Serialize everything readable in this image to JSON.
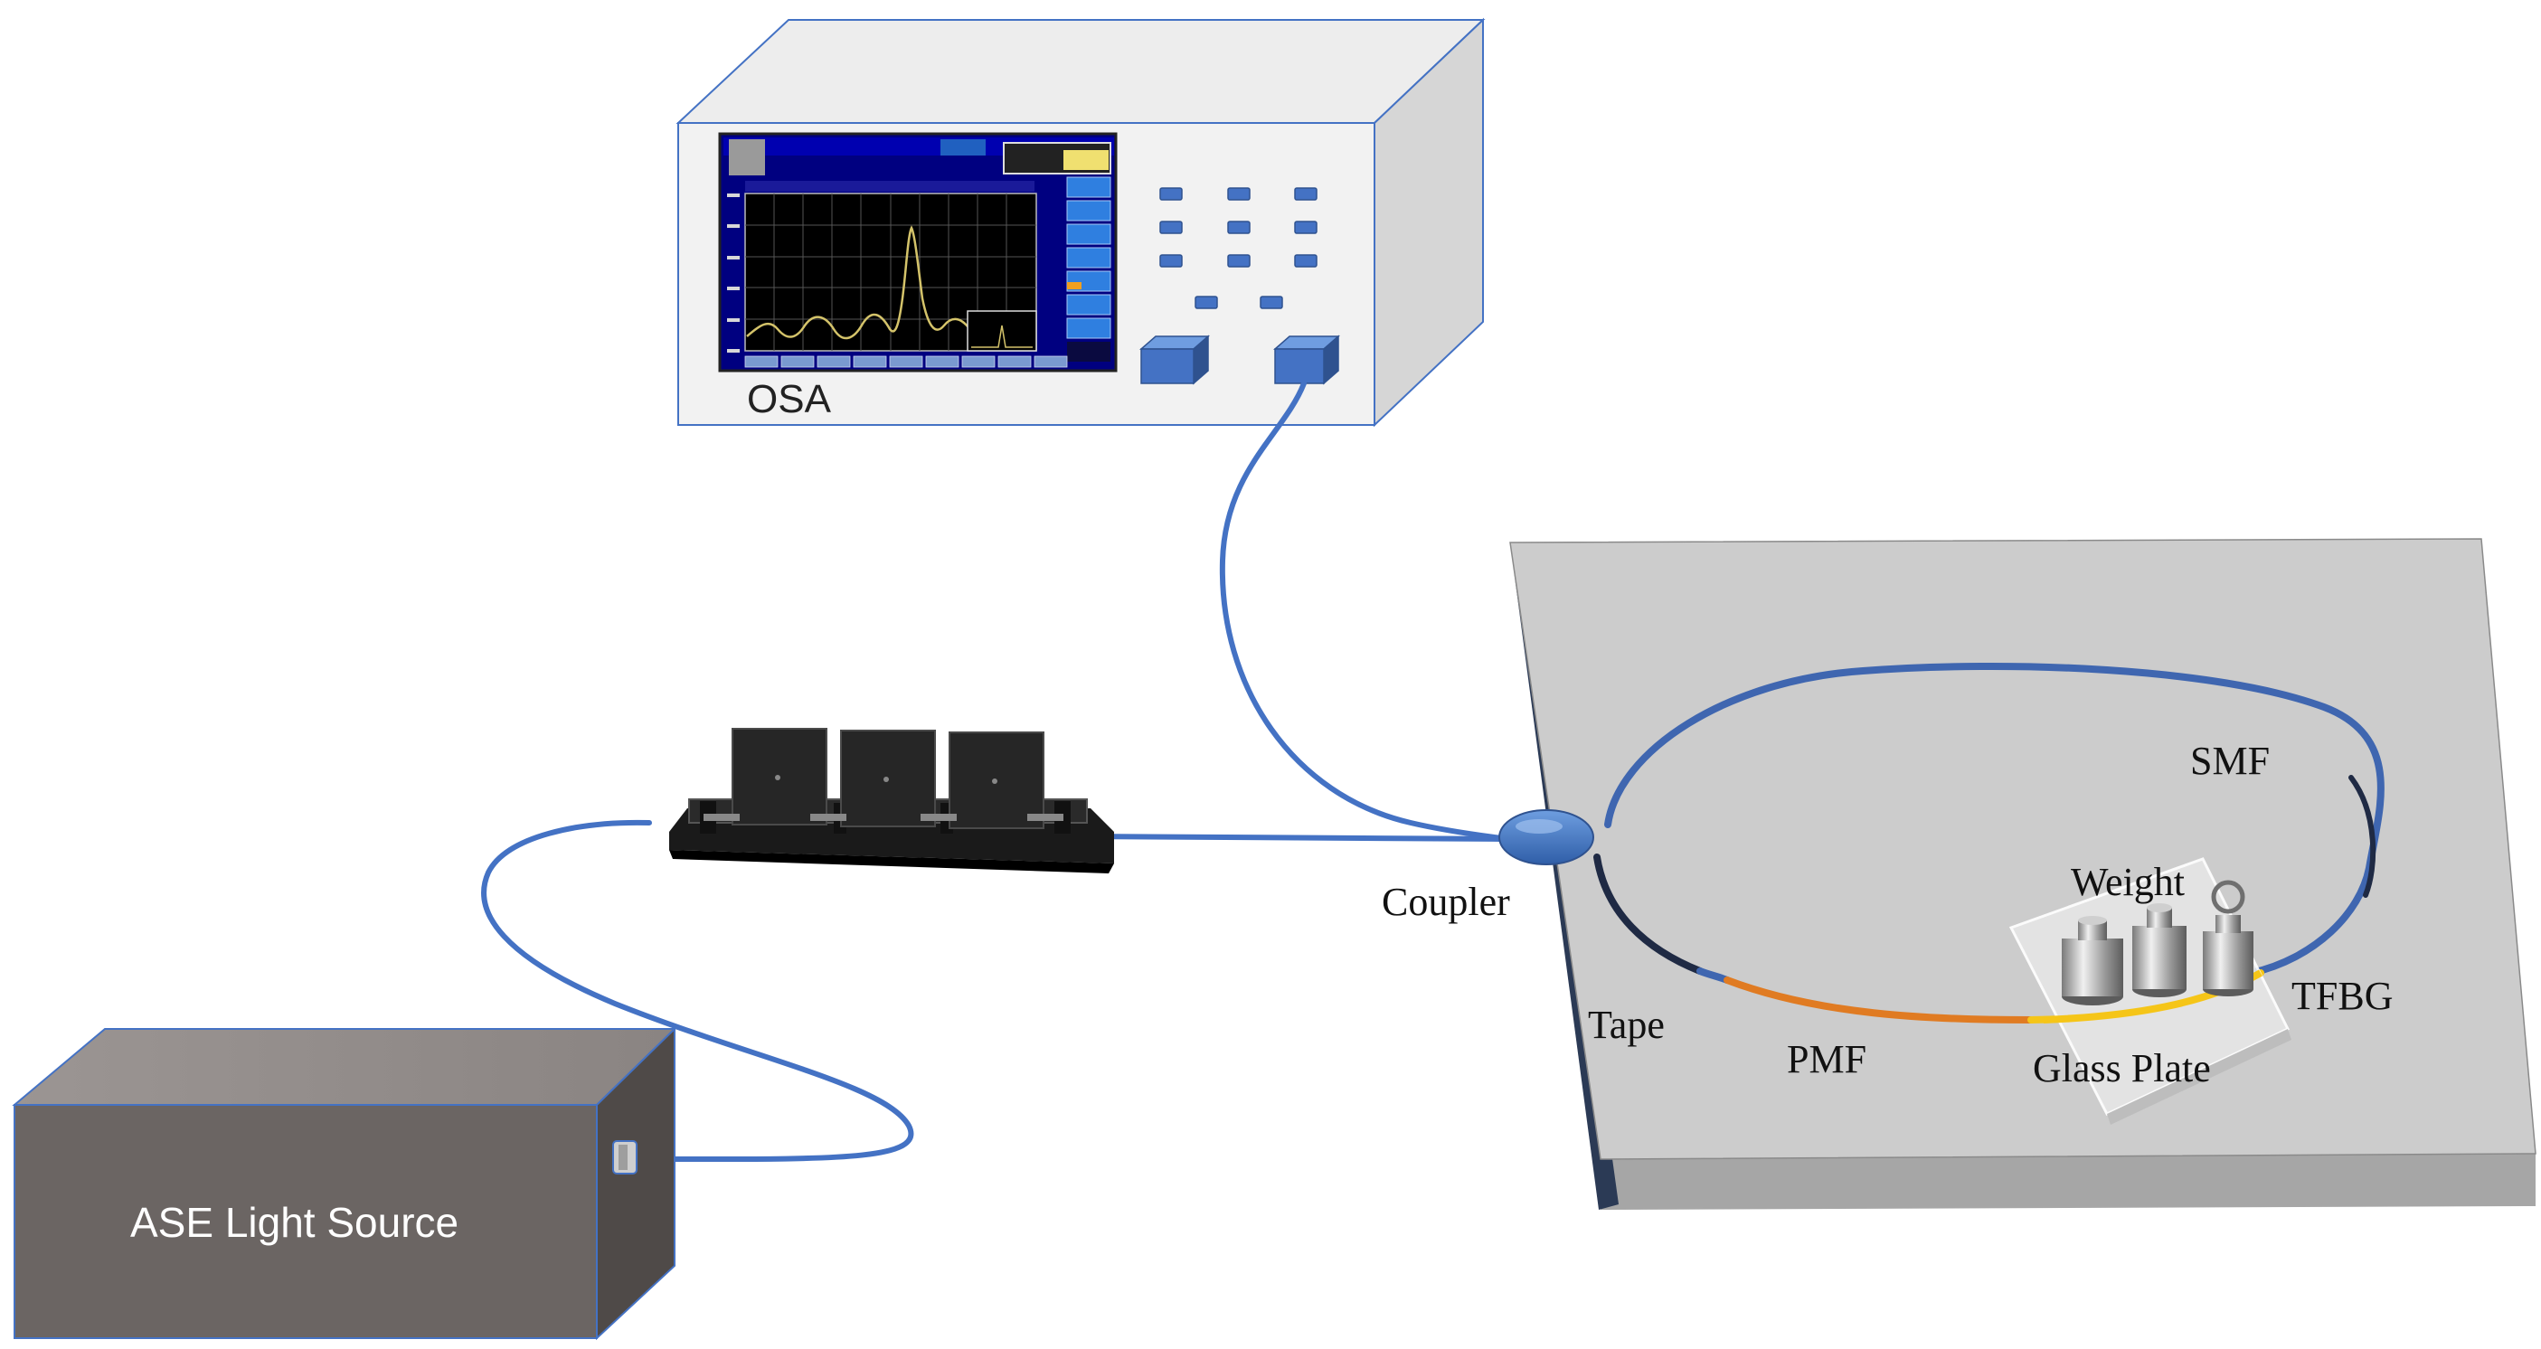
{
  "labels": {
    "osa": "OSA",
    "ase": "ASE Light Source",
    "coupler": "Coupler",
    "smf": "SMF",
    "weight": "Weight",
    "tfbg": "TFBG",
    "tape": "Tape",
    "pmf": "PMF",
    "glass_plate": "Glass Plate"
  },
  "colors": {
    "fiber_blue": "#4472C4",
    "smf_dark": "#1F2A44",
    "pmf_orange": "#E07B22",
    "tfbg_yellow": "#F5C518",
    "platform_top": "#CCCCCC",
    "platform_side": "#A6A6A6",
    "osa_body": "#F2F2F2",
    "ase_body": "#6B6563",
    "screen_bg": "#000080",
    "spectrum": "#D4C36A"
  },
  "icons": {
    "coupler": "ellipse-coupler-icon",
    "polarization_controller": "polarization-controller-icon",
    "weights": "weight-icon",
    "osa_screen": "spectrum-display-icon"
  }
}
